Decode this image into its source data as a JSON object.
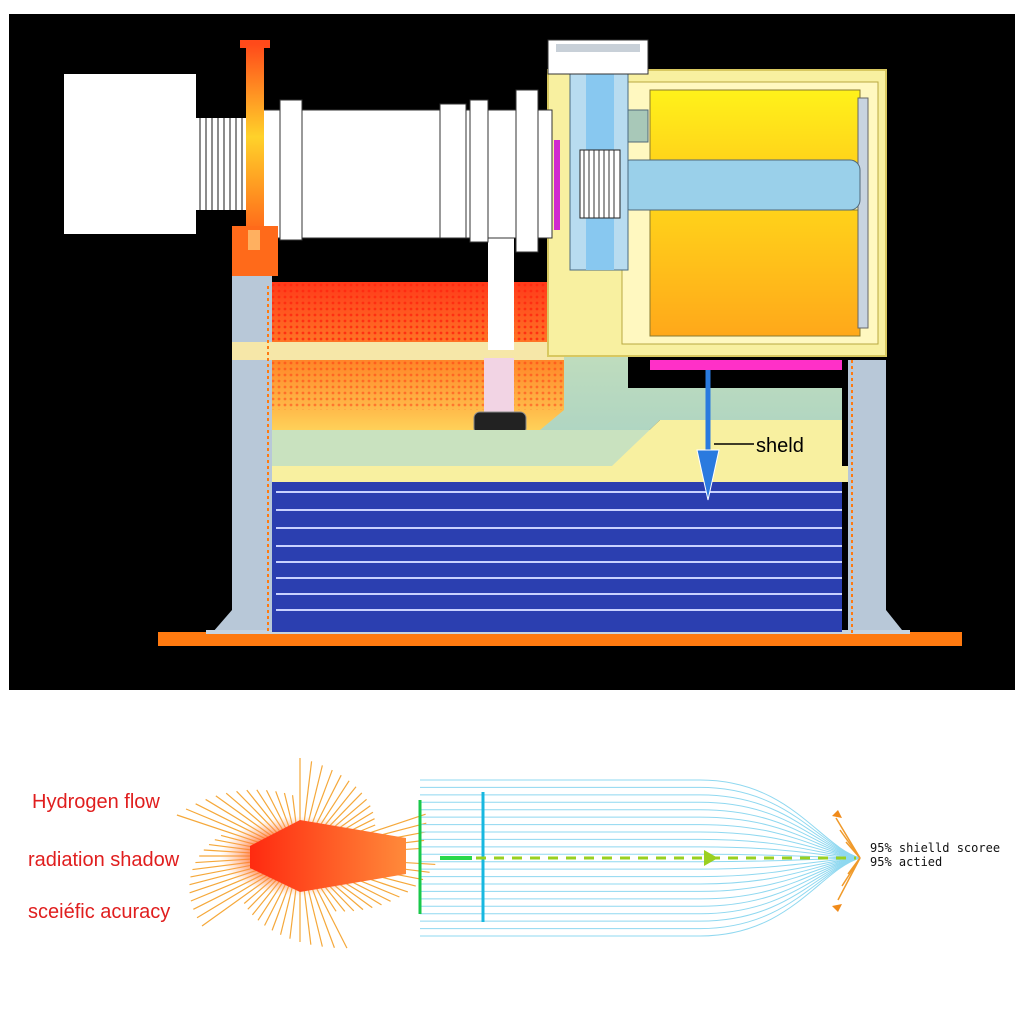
{
  "top": {
    "shield_label": "sheld"
  },
  "bottom": {
    "labels": {
      "hydrogen_flow": "Hydrogen flow",
      "radiation_shadow": "radiation shadow",
      "scientific_accuracy": "sceiéfic acuracy"
    },
    "readouts": {
      "shield_score": "95% shielld scoree",
      "activated": "95% actied"
    }
  },
  "colors": {
    "background": "#000000",
    "accent_orange": "#ff8a00",
    "shield_blue": "#2b3fb0",
    "label_red": "#e01e1e"
  }
}
